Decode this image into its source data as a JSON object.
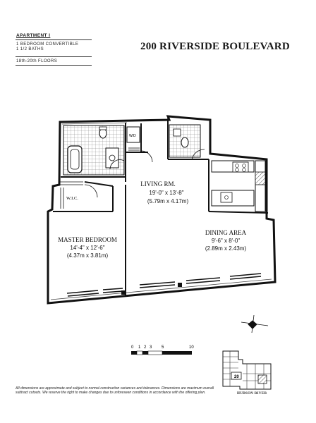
{
  "apartment": {
    "title": "APARTMENT I",
    "line1": "1 BEDROOM CONVERTIBLE",
    "line2": "1 1/2 BATHS",
    "line3": "18th-20th FLOORS"
  },
  "building_name": "200 RIVERSIDE BOULEVARD",
  "rooms": {
    "living": {
      "name": "LIVING RM.",
      "dims_imperial": "19'-0\" x 13'-8\"",
      "dims_metric": "(5.79m x 4.17m)"
    },
    "master": {
      "name": "MASTER BEDROOM",
      "dims_imperial": "14'-4\" x 12'-6\"",
      "dims_metric": "(4.37m x 3.81m)"
    },
    "dining": {
      "name": "DINING AREA",
      "dims_imperial": "9'-6\" x 8'-0\"",
      "dims_metric": "(2.89m x 2.43m)"
    },
    "wic": {
      "name": "W.I.C."
    },
    "wd": {
      "name": "W/D"
    }
  },
  "scale_bar": {
    "ticks": [
      "0",
      "1",
      "2",
      "3",
      "5",
      "10"
    ]
  },
  "key_plan": {
    "unit_number": "20",
    "river_label": "HUDSON RIVER"
  },
  "disclaimer": "All dimensions are approximate and subject to normal construction variances and tolerances. Dimensions are maximum overall subtract cutouts. We reserve the right to make changes due to unforeseen conditions in accordance with the offering plan."
}
